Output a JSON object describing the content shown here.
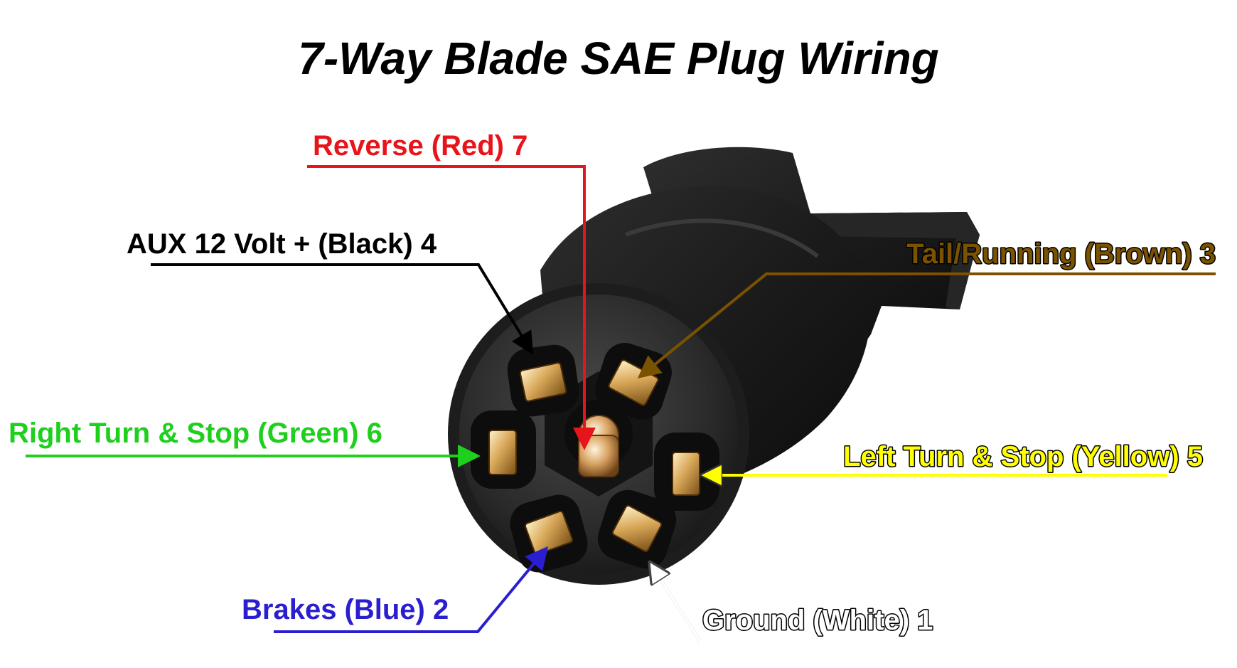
{
  "title": "7-Way Blade SAE Plug Wiring",
  "pins": [
    {
      "number": "7",
      "label": "Reverse (Red) 7",
      "color": "#e8141b"
    },
    {
      "number": "4",
      "label": "AUX 12 Volt + (Black) 4",
      "color": "#000000"
    },
    {
      "number": "3",
      "label": "Tail/Running  (Brown) 3",
      "color": "#7a5200"
    },
    {
      "number": "6",
      "label": "Right Turn & Stop (Green) 6",
      "color": "#1ecf1e"
    },
    {
      "number": "5",
      "label": "Left Turn & Stop (Yellow) 5",
      "color": "#ffff00"
    },
    {
      "number": "2",
      "label": "Brakes (Blue) 2",
      "color": "#2a1ed0"
    },
    {
      "number": "1",
      "label": "Ground (White) 1",
      "color": "#ffffff"
    }
  ]
}
